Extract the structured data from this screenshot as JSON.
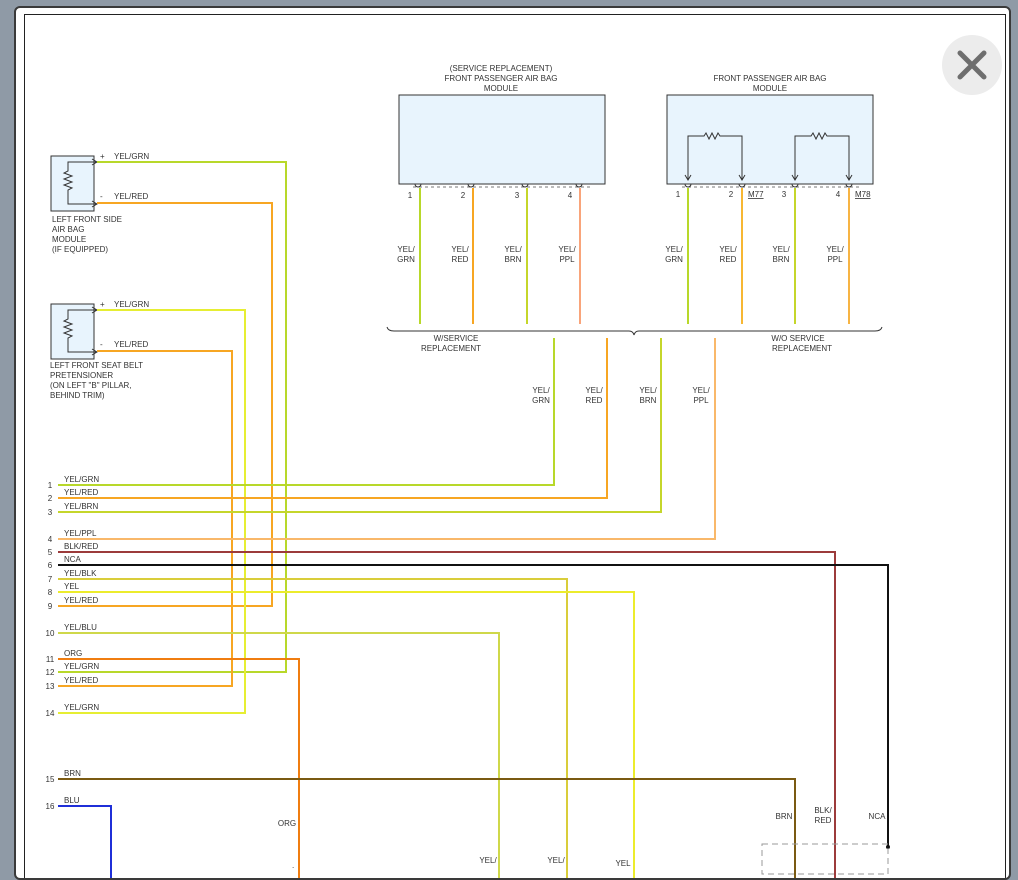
{
  "colors": {
    "YEL/GRN": "#b8d82a",
    "YEL/RED": "#f7a623",
    "YEL/BRN": "#c5d62b",
    "YEL/PPL": "#f9b86a",
    "BLK/RED": "#9c3b3b",
    "NCA": "#111111",
    "YEL/BLK": "#d9cd3a",
    "YEL": "#ecec2c",
    "YEL/BLU": "#cfd84a",
    "ORG": "#f07d10",
    "BRN": "#7a5a12",
    "BLU": "#1f2fd8",
    "YEL/GRN-2": "#e6ee33"
  },
  "close_button": {
    "icon": "close-icon"
  },
  "modules": {
    "service": {
      "title": [
        "(SERVICE REPLACEMENT)",
        "FRONT PASSENGER AIR BAG",
        "MODULE"
      ],
      "pins": [
        "1",
        "2",
        "3",
        "4"
      ],
      "wires": [
        [
          "YEL/",
          "GRN"
        ],
        [
          "YEL/",
          "RED"
        ],
        [
          "YEL/",
          "BRN"
        ],
        [
          "YEL/",
          "PPL"
        ]
      ]
    },
    "standard": {
      "title": [
        "FRONT PASSENGER AIR BAG",
        "MODULE"
      ],
      "pins": [
        "1",
        "2",
        "3",
        "4"
      ],
      "connectors": [
        "M77",
        "M78"
      ],
      "wires": [
        [
          "YEL/",
          "GRN"
        ],
        [
          "YEL/",
          "RED"
        ],
        [
          "YEL/",
          "BRN"
        ],
        [
          "YEL/",
          "PPL"
        ]
      ]
    },
    "side": {
      "title": [
        "LEFT FRONT SIDE",
        "AIR BAG",
        "MODULE",
        "(IF EQUIPPED)"
      ],
      "wires": [
        "YEL/GRN",
        "YEL/RED"
      ],
      "pins": [
        "+",
        "-"
      ]
    },
    "pretensioner": {
      "title": [
        "LEFT FRONT SEAT BELT",
        "PRETENSIONER",
        "(ON LEFT \"B\" PILLAR,",
        "BEHIND TRIM)"
      ],
      "wires": [
        "YEL/GRN",
        "YEL/RED"
      ],
      "pins": [
        "+",
        "-"
      ]
    }
  },
  "junction": {
    "left_label": [
      "W/SERVICE",
      "REPLACEMENT"
    ],
    "right_label": [
      "W/O SERVICE",
      "REPLACEMENT"
    ],
    "wires": [
      [
        "YEL/",
        "GRN"
      ],
      [
        "YEL/",
        "RED"
      ],
      [
        "YEL/",
        "BRN"
      ],
      [
        "YEL/",
        "PPL"
      ]
    ]
  },
  "harness": [
    {
      "pin": "1",
      "label": "YEL/GRN"
    },
    {
      "pin": "2",
      "label": "YEL/RED"
    },
    {
      "pin": "3",
      "label": "YEL/BRN"
    },
    {
      "pin": "4",
      "label": "YEL/PPL"
    },
    {
      "pin": "5",
      "label": "BLK/RED"
    },
    {
      "pin": "6",
      "label": "NCA"
    },
    {
      "pin": "7",
      "label": "YEL/BLK"
    },
    {
      "pin": "8",
      "label": "YEL"
    },
    {
      "pin": "9",
      "label": "YEL/RED"
    },
    {
      "pin": "10",
      "label": "YEL/BLU"
    },
    {
      "pin": "11",
      "label": "ORG"
    },
    {
      "pin": "12",
      "label": "YEL/GRN"
    },
    {
      "pin": "13",
      "label": "YEL/RED"
    },
    {
      "pin": "14",
      "label": "YEL/GRN"
    },
    {
      "pin": "15",
      "label": "BRN"
    },
    {
      "pin": "16",
      "label": "BLU"
    }
  ],
  "bottom_labels": {
    "org": "ORG",
    "brn": "BRN",
    "blk_red": [
      "BLK/",
      "RED"
    ],
    "nca": "NCA",
    "yel_1": "YEL/",
    "yel_2": "YEL/",
    "yel_3": "YEL"
  }
}
